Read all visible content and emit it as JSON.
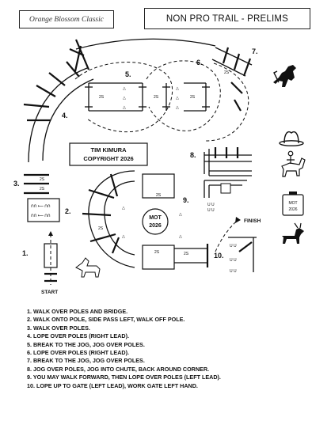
{
  "header": {
    "show_title": "Orange Blossom Classic",
    "class_title": "NON PRO TRAIL - PRELIMS"
  },
  "course": {
    "designer_line1": "TIM KIMURA",
    "designer_line2": "COPYRIGHT 2026",
    "mot_line1": "MOT",
    "mot_line2": "2026",
    "start_label": "START",
    "finish_label": "FINISH",
    "spacing_label": "2S",
    "obstacle_numbers": [
      "1.",
      "2.",
      "3.",
      "4.",
      "5.",
      "6.",
      "7.",
      "8.",
      "9.",
      "10."
    ]
  },
  "sidebar": {
    "mot_line1": "MOT",
    "mot_line2": "2026",
    "icons": [
      "rearing-horse-icon",
      "cowboy-hat-icon",
      "horse-rider-icon",
      "mot-sign-icon",
      "goat-icon"
    ]
  },
  "instructions": [
    "1. WALK OVER POLES AND BRIDGE.",
    "2. WALK ONTO POLE, SIDE PASS LEFT, WALK OFF POLE.",
    "3. WALK OVER POLES.",
    "4. LOPE OVER POLES (RIGHT LEAD).",
    "5. BREAK TO THE JOG, JOG OVER POLES.",
    "6. LOPE OVER POLES (RIGHT LEAD).",
    "7. BREAK TO THE JOG, JOG OVER POLES.",
    "8. JOG OVER POLES, JOG INTO CHUTE, BACK AROUND CORNER.",
    "9. YOU MAY WALK FORWARD, THEN LOPE OVER POLES (LEFT LEAD).",
    "10. LOPE UP TO GATE (LEFT LEAD), WORK GATE LEFT HAND."
  ]
}
